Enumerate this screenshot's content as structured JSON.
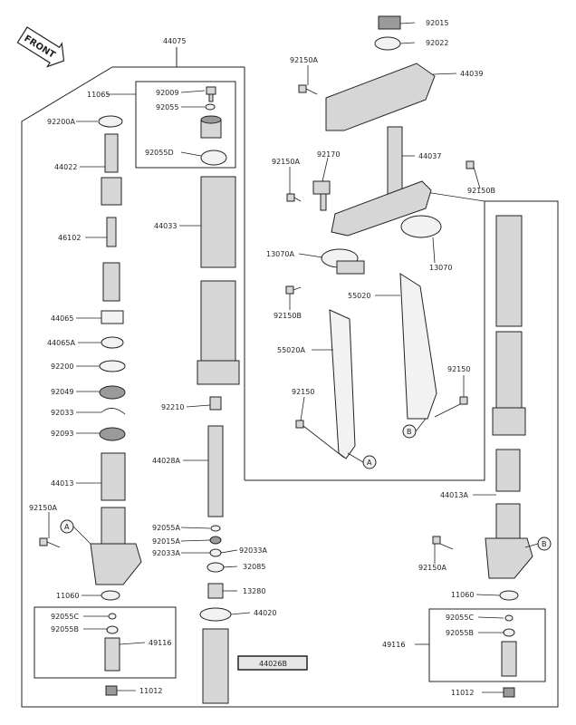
{
  "front_arrow": "FRONT",
  "colors": {
    "ink": "#222222",
    "part": "#d6d6d6",
    "highlight_box": "#e6e6e6"
  },
  "callouts": {
    "a": "A",
    "b": "B"
  },
  "labels": {
    "p44075": "44075",
    "p11065": "11065",
    "p92009": "92009",
    "p92055": "92055",
    "p92055D": "92055D",
    "p92200A": "92200A",
    "p44022": "44022",
    "p44033": "44033",
    "p46102": "46102",
    "p44065": "44065",
    "p44065A": "44065A",
    "p92200": "92200",
    "p92049": "92049",
    "p92033": "92033",
    "p92093": "92093",
    "p92210": "92210",
    "p44028A": "44028A",
    "p44013": "44013",
    "p92150A_left": "92150A",
    "p92055A": "92055A",
    "p92015A": "92015A",
    "p92033A_left": "92033A",
    "p92033A_right": "92033A",
    "p32085": "32085",
    "p13280": "13280",
    "p44020": "44020",
    "p44026B": "44026B",
    "p11060_left": "11060",
    "p92055C_left": "92055C",
    "p92055B_left": "92055B",
    "p49116_left": "49116",
    "p11012_left": "11012",
    "p92015": "92015",
    "p92022": "92022",
    "p92150A_top": "92150A",
    "p44039": "44039",
    "p92170": "92170",
    "p44037": "44037",
    "p92150A_mid": "92150A",
    "p92150B_right": "92150B",
    "p13070A": "13070A",
    "p13070": "13070",
    "p55020": "55020",
    "p92150B_mid": "92150B",
    "p55020A": "55020A",
    "p92150_right": "92150",
    "p92150_mid": "92150",
    "p44013A": "44013A",
    "p92150A_right": "92150A",
    "p11060_right": "11060",
    "p92055C_right": "92055C",
    "p92055B_right": "92055B",
    "p49116_right": "49116",
    "p11012_right": "11012"
  }
}
